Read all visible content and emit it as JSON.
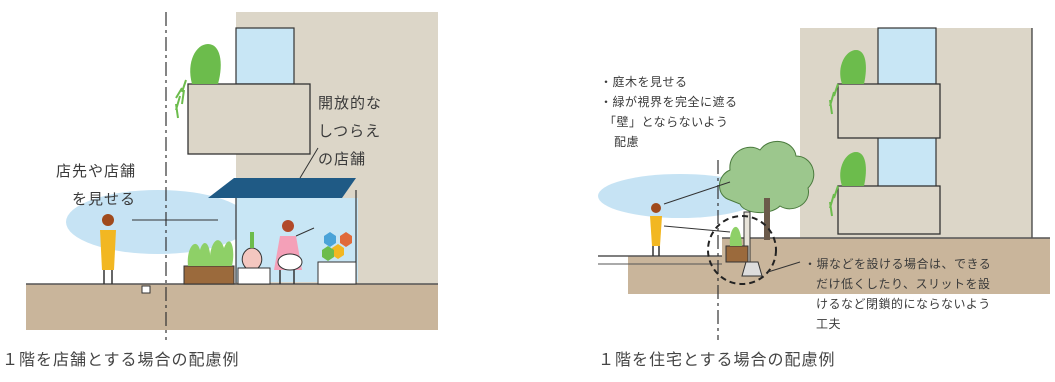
{
  "left": {
    "caption": "１階を店舗とする場合の配慮例",
    "label_open_1": "開放的な",
    "label_open_2": "しつらえ",
    "label_open_3": "の店舗",
    "label_front_1": "店先や店舗",
    "label_front_2": "を見せる"
  },
  "right": {
    "caption": "１階を住宅とする場合の配慮例",
    "note_top_1": "・庭木を見せる",
    "note_top_2": "・緑が視界を完全に遮る",
    "note_top_3": "「壁」とならないよう",
    "note_top_4": "配慮",
    "note_bottom_1": "・塀などを設ける場合は、できる",
    "note_bottom_2": "だけ低くしたり、スリットを設",
    "note_bottom_3": "けるなど閉鎖的にならないよう",
    "note_bottom_4": "工夫"
  },
  "colors": {
    "ground": "#c9b59b",
    "building": "#dcd6c8",
    "window": "#c8e6f5",
    "awning": "#1f5a85",
    "sky_ellipse": "#c6e3f4",
    "person": "#f2b722",
    "green": "#6cbc4c"
  }
}
